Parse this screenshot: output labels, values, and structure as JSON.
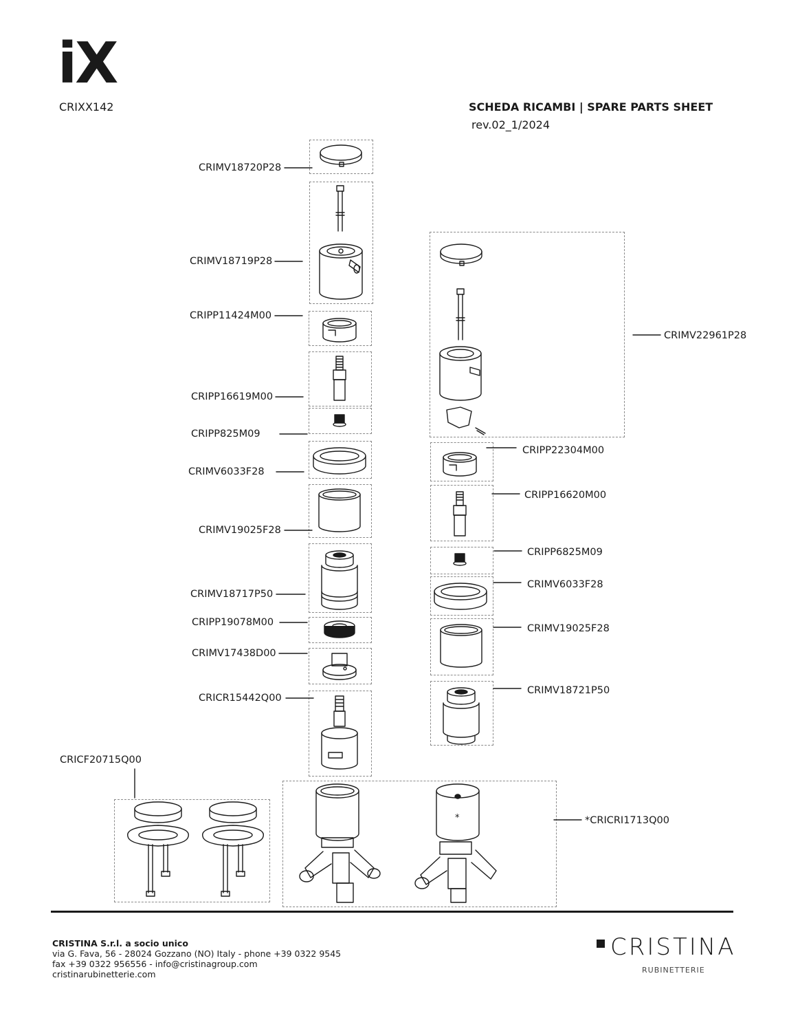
{
  "header": {
    "logo": "iX",
    "model_code": "CRIXX142",
    "sheet_title": "SCHEDA RICAMBI | SPARE PARTS SHEET",
    "revision": "rev.02_1/2024"
  },
  "parts_left": [
    "CRIMV18720P28",
    "CRIMV18719P28",
    "CRIPP11424M00",
    "CRIPP16619M00",
    "CRIPP825M09",
    "CRIMV6033F28",
    "CRIMV19025F28",
    "CRIMV18717P50",
    "CRIPP19078M00",
    "CRIMV17438D00",
    "CRICR15442Q00",
    "CRICF20715Q00"
  ],
  "parts_right": [
    "CRIMV22961P28",
    "CRIPP22304M00",
    "CRIPP16620M00",
    "CRIPP6825M09",
    "CRIMV6033F28",
    "CRIMV19025F28",
    "CRIMV18721P50",
    "*CRICRI1713Q00"
  ],
  "body_marker": "*",
  "footer": {
    "company": "CRISTINA S.r.l. a socio unico",
    "address": "via G. Fava, 56 - 28024 Gozzano (NO) Italy - phone +39 0322 9545",
    "fax_email": "fax +39 0322 956556 - info@cristinagroup.com",
    "website": "cristinarubinetterie.com"
  },
  "brand": {
    "name": "CRISTINA",
    "subtitle": "RUBINETTERIE"
  }
}
